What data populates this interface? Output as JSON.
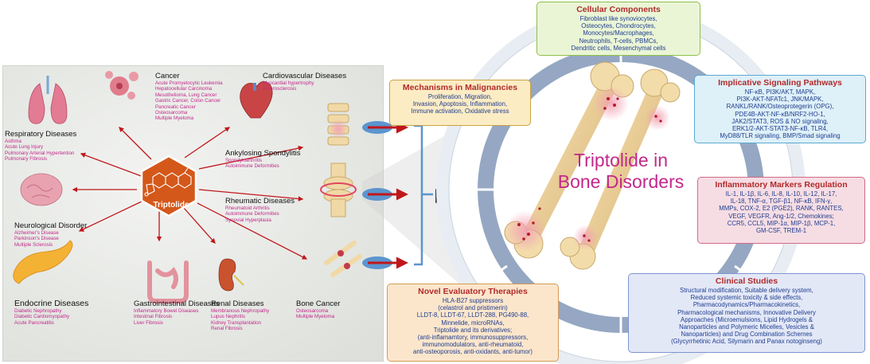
{
  "center": {
    "title_line1": "Triptolide in",
    "title_line2": "Bone Disorders"
  },
  "compound": {
    "label": "Triptolide"
  },
  "diseases": {
    "cancer": {
      "title": "Cancer",
      "items": [
        "Acute Promyelocytic Leukemia",
        "Hepatocellular Carcinoma",
        "Mesothelioma, Lung Cancer",
        "Gastric Cancer, Colon Cancer",
        "Pancreatic Cancer",
        "Osteosarcoma",
        "Multiple Myeloma"
      ]
    },
    "cardio": {
      "title": "Cardiovascular Diseases",
      "items": [
        "Myocardial hypertrophy",
        "Atherosclerosis"
      ]
    },
    "respiratory": {
      "title": "Respiratory Diseases",
      "items": [
        "Asthma",
        "Acute Lung Injury",
        "Pulmonary Arterial Hypertention",
        "Pulmonary Fibrosis"
      ]
    },
    "ankylosing": {
      "title": "Ankylosing Spondylitis",
      "items": [
        "Spondyloarthritis",
        "Autoimmune Deformities"
      ]
    },
    "rheumatic": {
      "title": "Rheumatic Diseases",
      "items": [
        "Rheumatoid Arthritis",
        "Autoimmune Deformities",
        "Synovial Hyperplasia"
      ]
    },
    "neuro": {
      "title": "Neurological Disorder",
      "items": [
        "Alzheimer's Disease",
        "Parkinson's Disease",
        "Multiple Sclerosis"
      ]
    },
    "endocrine": {
      "title": "Endocrine  Diseases",
      "items": [
        "Diabetic Nephropathy",
        "Diabetic Cardiomyopathy",
        "Acute Pancreatitis"
      ]
    },
    "gastro": {
      "title": "Gastrointestinal Diseases",
      "items": [
        "Inflammatory Bowel Diseases",
        "Intestinal Fibrosis",
        "Liver Fibrosis"
      ]
    },
    "renal": {
      "title": "Renal Diseases",
      "items": [
        "Membranous Nephropathy",
        "Lupus Nephritis",
        "Kidney Transplantation",
        "Renal Fibrosis"
      ]
    },
    "bonecancer": {
      "title": "Bone Cancer",
      "items": [
        "Osteosarcoma",
        "Multiple Myeloma"
      ]
    }
  },
  "boxes": {
    "cellular": {
      "title": "Cellular Components",
      "lines": [
        "Fibroblast like synoviocytes,",
        "Osteocytes, Chondrocytes,",
        "Monocytes/Macrophages,",
        "Neutrophils, T-cells, PBMCs,",
        "Dendritic cells, Mesenchymal cells"
      ]
    },
    "mechanisms": {
      "title": "Mechanisms in Malignancies",
      "lines": [
        "Proliferation, Migration,",
        "Invasion, Apoptosis, Inflammation,",
        "Immune activation, Oxidative stress"
      ]
    },
    "signaling": {
      "title": "Implicative Signaling Pathways",
      "lines": [
        "NF-κB, PI3K/AKT, MAPK,",
        "PI3K-AKT-NFATc1, JNK/MAPK,",
        "RANKL/RANK/Osteoprotegerin (OPG),",
        "PDE4B-AKT-NF-κB/NRF2-HO-1,",
        "JAK2/STAT3, ROS & NO signaling,",
        "ERK1/2-AKT-STAT3-NF-κB, TLR4,",
        "MyD88/TLR signaling, BMP/Smad signaling"
      ]
    },
    "inflammatory": {
      "title": "Inflammatory Markers Regulation",
      "lines": [
        "IL-1,  IL-1β, IL-6, IL-8,  IL-10, IL-12, IL-17,",
        "IL-18, TNF-α, TGF-β1, NF-κB, IFN-γ,",
        "MMPs, COX-2, E2 (PGE2), RANK, RANTES,",
        "VEGF, VEGFR, Ang-1/2, Chemokines;",
        "CCR5, CCL5, MIP-1α, MIP-1β, MCP-1,",
        "GM-CSF, TREM-1"
      ]
    },
    "clinical": {
      "title": "Clinical Studies",
      "lines": [
        "Structural modification, Suitable delivery system,",
        "Reduced systemic toxicity & side effects,",
        "Pharmacodynamics/Pharmacokinetics,",
        "Pharmacological mechanisms, Innovative Delivery",
        "Approaches (Microemulsions, Lipid Hydrogels &",
        "Nanoparticles and Polymeric Micelles, Vesicles &",
        "Nanoparticles) and Drug Combination Schemes",
        "(Glycyrrhetinic Acid, Silymarin and Panax notoginseng)"
      ]
    },
    "novel": {
      "title": "Novel Evaluatory Therapies",
      "lines": [
        "HLA-B27 suppressors",
        "(celastrol and pristimerin)",
        "LLDT-8, LLDT-67, LLDT-288, PG490-88,",
        "Minnelide, microRNAs,",
        "Triptolide and its derivatives;",
        "(anti-inflamamtory, immunosuppressors,",
        "immunomodulators, anti-rheumatoid,",
        "anti-osteoporosis, anti-oxidants, anti-tumor)"
      ]
    }
  },
  "colors": {
    "accent_magenta": "#c2288a",
    "title_red": "#b02a2a",
    "text_blue": "#1f3d8f",
    "compound_orange": "#d4581a",
    "arrow_red": "#c0171b"
  }
}
